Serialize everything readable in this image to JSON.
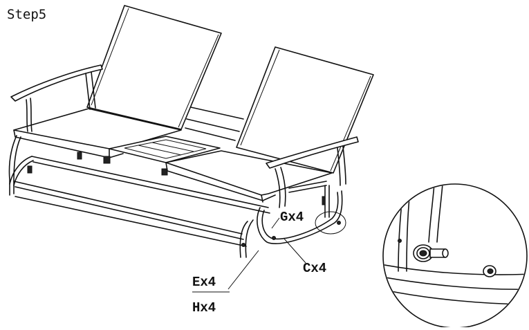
{
  "title": "Step5",
  "callouts": {
    "g": "Gx4",
    "c": "Cx4",
    "e": "Ex4",
    "h": "Hx4"
  },
  "icons": [
    "glider-bench-illustration",
    "hardware-detail-magnifier"
  ]
}
